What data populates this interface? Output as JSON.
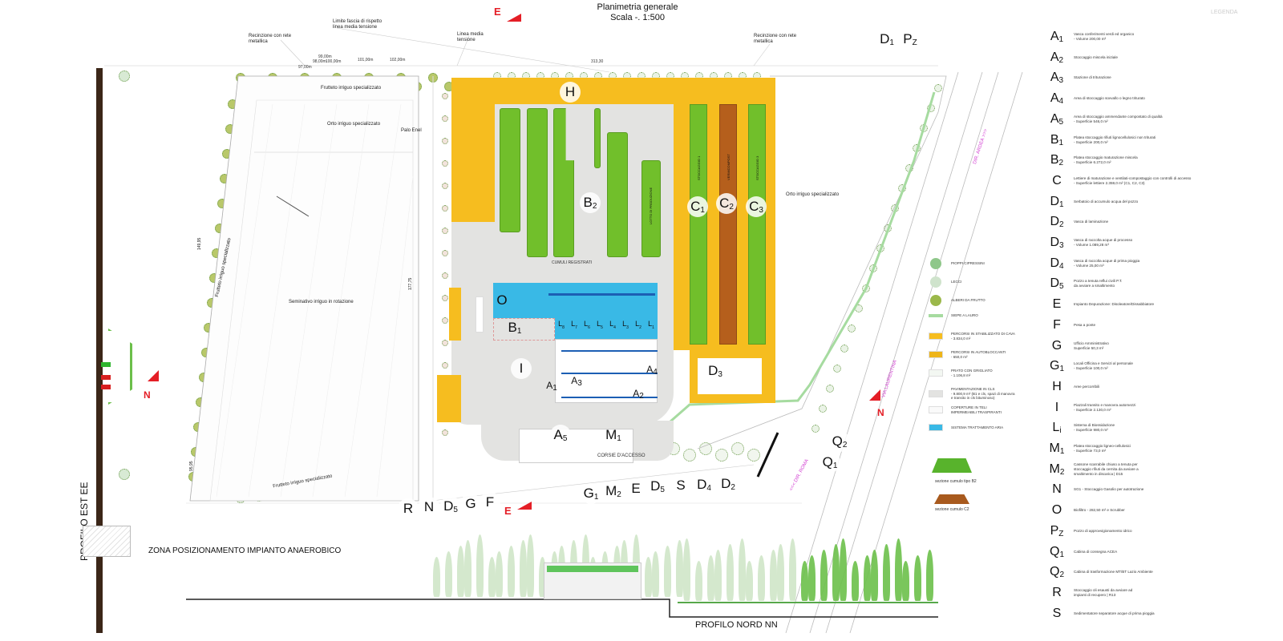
{
  "header": {
    "title": "Planimetria generale",
    "scale": "Scala -. 1:500",
    "legend_heading": "LEGENDA"
  },
  "orientation": {
    "east": "E",
    "north": "N"
  },
  "annotations": {
    "fence_left": "Recinzione con rete\nmetallica",
    "fence_right": "Recinzione con rete\nmetallica",
    "mv_band": "Limite fascia di rispetto\nlinea media tensione",
    "mv_line": "Linea media\ntensione",
    "orchard_top": "Frutteto irriguo specializzato",
    "orchard_left": "Frutteto irriguo specializzato",
    "orchard_bottom": "Frutteto irriguo specializzato",
    "vegetable_left": "Orto irriguo specializzato",
    "vegetable_right": "Orto irriguo specializzato",
    "pole": "Palo Enel",
    "arable": "Seminativo irriguo in rotazione",
    "access_lanes": "CORSIE D'ACCESSO",
    "piles": "CUMULI REGISTRATI",
    "road_ardea": "DIR. ARDEA >>>",
    "road_laurentina": "VIA LAURENTINA",
    "road_roma": "<<< DIR. ROMA",
    "zone_anaerobic": "ZONA POSIZIONAMENTO IMPIANTO ANAEROBICO",
    "profile_east": "PROFILO EST EE",
    "profile_north": "PROFILO NORD NN"
  },
  "dimensions": {
    "total": "313,30",
    "d97": "97,00m",
    "d98": "98,00m",
    "d99": "99,00m",
    "d100": "100,00m",
    "d101": "101,00m",
    "d102": "102,00m",
    "left_side": "149,95",
    "inner": "177,75",
    "bottom_left": "95,95"
  },
  "markers": {
    "H": {
      "l": "H",
      "s": ""
    },
    "B2": {
      "l": "B",
      "s": "2"
    },
    "C1": {
      "l": "C",
      "s": "1"
    },
    "C2": {
      "l": "C",
      "s": "2"
    },
    "C3": {
      "l": "C",
      "s": "3"
    },
    "O": {
      "l": "O",
      "s": ""
    },
    "B1": {
      "l": "B",
      "s": "1"
    },
    "I": {
      "l": "I",
      "s": ""
    },
    "A1": {
      "l": "A",
      "s": "1"
    },
    "A2": {
      "l": "A",
      "s": "2"
    },
    "A3": {
      "l": "A",
      "s": "3"
    },
    "A4": {
      "l": "A",
      "s": "4"
    },
    "A5": {
      "l": "A",
      "s": "5"
    },
    "M1": {
      "l": "M",
      "s": "1"
    },
    "D3": {
      "l": "D",
      "s": "3"
    },
    "D1": {
      "l": "D",
      "s": "1"
    },
    "Pz": {
      "l": "P",
      "s": "Z"
    },
    "Q1": {
      "l": "Q",
      "s": "1"
    },
    "Q2": {
      "l": "Q",
      "s": "2"
    },
    "R": {
      "l": "R",
      "s": ""
    },
    "N": {
      "l": "N",
      "s": ""
    },
    "D5a": {
      "l": "D",
      "s": "5"
    },
    "G": {
      "l": "G",
      "s": ""
    },
    "F": {
      "l": "F",
      "s": ""
    },
    "G1": {
      "l": "G",
      "s": "1"
    },
    "M2": {
      "l": "M",
      "s": "2"
    },
    "E": {
      "l": "E",
      "s": ""
    },
    "D5b": {
      "l": "D",
      "s": "5"
    },
    "S": {
      "l": "S",
      "s": ""
    },
    "D4": {
      "l": "D",
      "s": "4"
    },
    "D2": {
      "l": "D",
      "s": "2"
    },
    "L": [
      "L8",
      "L7",
      "L6",
      "L5",
      "L4",
      "L3",
      "L2",
      "L1"
    ]
  },
  "area_labels": {
    "c1": "STOCCAGGIO 1",
    "c2": "VERMICOMPOST",
    "c3": "STOCCAGGIO 3",
    "lotto": "LOTTO DI PRODUZIONE"
  },
  "legend_key": [
    {
      "label": "PIOPPI CIPRESSINI",
      "icon": "poplar-tree-icon",
      "color": "#8fc78a"
    },
    {
      "label": "LECCI",
      "icon": "holm-oak-icon",
      "color": "#cfe3cc"
    },
    {
      "label": "ALBERI DA FRUTTO",
      "icon": "fruit-tree-icon",
      "color": "#9bb84a"
    },
    {
      "label": "SIEPE A LAURO",
      "icon": "hedge-icon",
      "color": "#a6dba0"
    },
    {
      "label": "PERCORSI IN STABILIZZATO DI CAVA\n- 3.834,0 m²",
      "color": "#f6bd1f"
    },
    {
      "label": "PERCORSI IN AUTOBLOCCANTI\n- 650,0 m²",
      "color": "#eeb518"
    },
    {
      "label": "PRATO CON GRIGLIATO\n- 1.106,8 m²",
      "color": "#f3f7f2"
    },
    {
      "label": "PAVIMENTAZIONE IN CLS\n- 9.800,9 m² (B1 e cls, spazi di manovra\ne transito in cls bituminoso)",
      "color": "#e3e3e1"
    },
    {
      "label": "COPERTURE IN TELI\nIMPERMEABILI TRASPIRANTI",
      "color": "#fafafa"
    },
    {
      "label": "SISTEMA TRATTAMENTO ARIA",
      "color": "#39b9e6"
    }
  ],
  "sections": {
    "b2": "sezione cumulo tipo B2",
    "c2": "sezione cumulo C2"
  },
  "legend": [
    {
      "l": "A",
      "s": "1",
      "text": "Vasca conferimenti verdi ed organico\n- Volume 200,00 m³"
    },
    {
      "l": "A",
      "s": "2",
      "text": "Stoccaggio miscela iniziale"
    },
    {
      "l": "A",
      "s": "3",
      "text": "Stazione di triturazione"
    },
    {
      "l": "A",
      "s": "4",
      "text": "Area di stoccaggio sovvallo o legno triturato"
    },
    {
      "l": "A",
      "s": "5",
      "text": "Area di stoccaggio ammendante compostato di qualità\n- Superficie 546,0 m²"
    },
    {
      "l": "B",
      "s": "1",
      "text": "Platea stoccaggio rifiuti lignocellulosici non triturati\n- Superficie 200,0 m²"
    },
    {
      "l": "B",
      "s": "2",
      "text": "Platea stoccaggio maturazione miscela\n- Superficie 6.272,0 m²"
    },
    {
      "l": "C",
      "s": "",
      "text": "Lettiere di maturazione e ventilati-compostaggio con controlli di accesso\n- Superficie lettiere 2.359,0 m² (C1, C2, C3)"
    },
    {
      "l": "D",
      "s": "1",
      "text": "Serbatoio di accumulo acqua del pozzo"
    },
    {
      "l": "D",
      "s": "2",
      "text": "Vasca di laminazione"
    },
    {
      "l": "D",
      "s": "3",
      "text": "Vasca di raccolta acque di processo\n- Volume 1.089,28 m³"
    },
    {
      "l": "D",
      "s": "4",
      "text": "Vasca di raccolta acque di prima pioggia\n- Volume 25,00 m³"
    },
    {
      "l": "D",
      "s": "5",
      "text": "Pozzo a tenuta reflui civili P.T.\nda avviare a smaltimento"
    },
    {
      "l": "E",
      "s": "",
      "text": "Impianto Depurazione: Disoleatore/Dissabbiatore"
    },
    {
      "l": "F",
      "s": "",
      "text": "Pesa a ponte"
    },
    {
      "l": "G",
      "s": "",
      "text": "Ufficio Amministrativo\nSuperficie 50,3 m²"
    },
    {
      "l": "G",
      "s": "1",
      "text": "Locali Officina e Servizi al personale\n- Superficie 100,0 m²"
    },
    {
      "l": "H",
      "s": "",
      "text": "Aree percorribili"
    },
    {
      "l": "I",
      "s": "",
      "text": "Piazzali transito e manovra automezzi\n- Superficie 2.130,0 m²"
    },
    {
      "l": "L",
      "s": "i",
      "text": "Sistema di Biossidazione\n- Superficie 980,0 m²"
    },
    {
      "l": "M",
      "s": "1",
      "text": "Platea stoccaggio ligneo-cellulosici\n- Superficie 73,0 m²"
    },
    {
      "l": "M",
      "s": "2",
      "text": "Cassone scarrabile chiuso a tenuta per\nstoccaggio rifiuti da cernita da avviare a\nsmaltimento in discarica | D15"
    },
    {
      "l": "N",
      "s": "",
      "text": "SG1 - Stoccaggio Gasolio per autotrazione"
    },
    {
      "l": "O",
      "s": "",
      "text": "Biofiltro - 282,50 m² e Scrubber"
    },
    {
      "l": "P",
      "s": "Z",
      "text": "Pozzo di approvvigionamento idrico"
    },
    {
      "l": "Q",
      "s": "1",
      "text": "Cabina di consegna ACEA"
    },
    {
      "l": "Q",
      "s": "2",
      "text": "Cabina di trasformazione MT/BT Lazio Ambiente"
    },
    {
      "l": "R",
      "s": "",
      "text": "Stoccaggio oli esausti da avviare ad\nimpianti di recupero | R13"
    },
    {
      "l": "S",
      "s": "",
      "text": "Sedimentatore separatore acque di prima pioggia"
    }
  ]
}
